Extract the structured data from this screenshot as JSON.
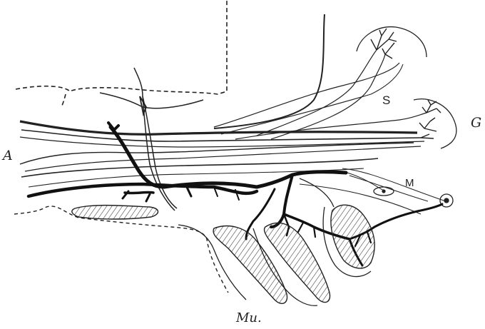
{
  "figure": {
    "labels": {
      "A": "A",
      "S": "S",
      "G": "G",
      "M": "M",
      "Mu": "Mu."
    },
    "colors": {
      "ink": "#222222",
      "background": "#ffffff"
    }
  }
}
